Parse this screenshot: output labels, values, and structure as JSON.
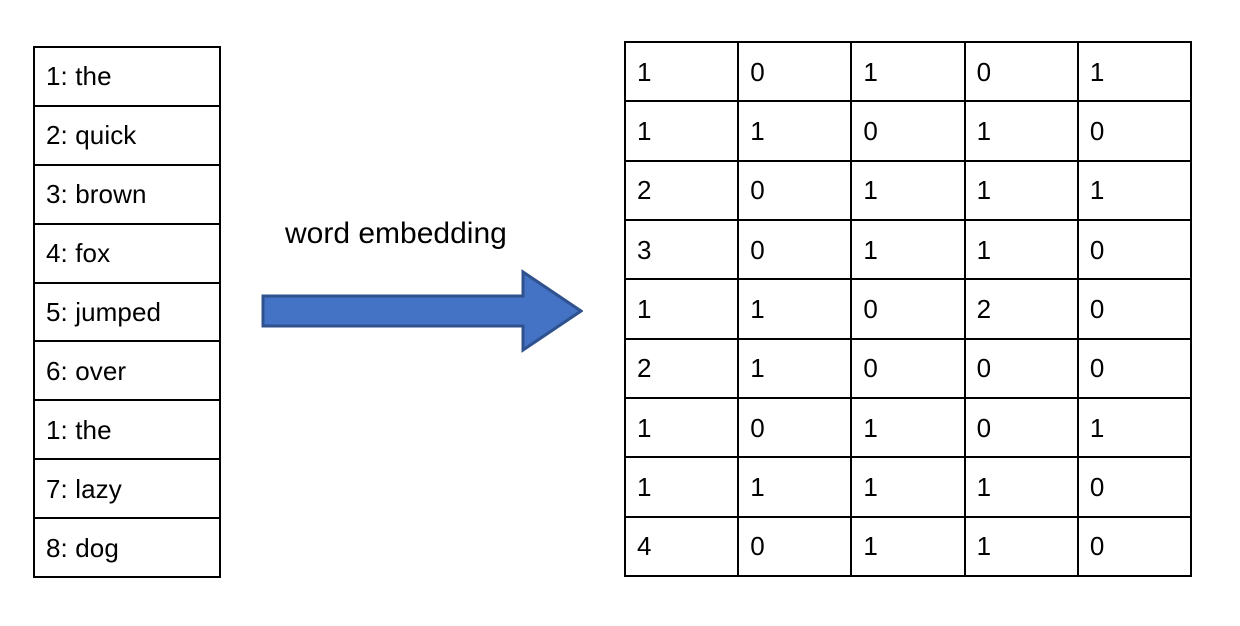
{
  "diagram": {
    "title": "word embedding",
    "arrow": {
      "direction": "right",
      "fill_color": "#4472C4",
      "stroke_color": "#2F528F",
      "label": "word embedding"
    }
  },
  "word_list": {
    "name": "tokenized-sentence",
    "rows": [
      {
        "index": "1",
        "word": "the",
        "text": "1: the"
      },
      {
        "index": "2",
        "word": "quick",
        "text": "2: quick"
      },
      {
        "index": "3",
        "word": "brown",
        "text": "3: brown"
      },
      {
        "index": "4",
        "word": "fox",
        "text": "4: fox"
      },
      {
        "index": "5",
        "word": "jumped",
        "text": "5: jumped"
      },
      {
        "index": "6",
        "word": "over",
        "text": "6: over"
      },
      {
        "index": "1",
        "word": "the",
        "text": "1: the"
      },
      {
        "index": "7",
        "word": "lazy",
        "text": "7: lazy"
      },
      {
        "index": "8",
        "word": "dog",
        "text": "8: dog"
      }
    ]
  },
  "embedding_matrix": {
    "name": "word-embedding-vectors",
    "rows": 9,
    "cols": 5,
    "values": [
      [
        "1",
        "0",
        "1",
        "0",
        "1"
      ],
      [
        "1",
        "1",
        "0",
        "1",
        "0"
      ],
      [
        "2",
        "0",
        "1",
        "1",
        "1"
      ],
      [
        "3",
        "0",
        "1",
        "1",
        "0"
      ],
      [
        "1",
        "1",
        "0",
        "2",
        "0"
      ],
      [
        "2",
        "1",
        "0",
        "0",
        "0"
      ],
      [
        "1",
        "0",
        "1",
        "0",
        "1"
      ],
      [
        "1",
        "1",
        "1",
        "1",
        "0"
      ],
      [
        "4",
        "0",
        "1",
        "1",
        "0"
      ]
    ]
  }
}
